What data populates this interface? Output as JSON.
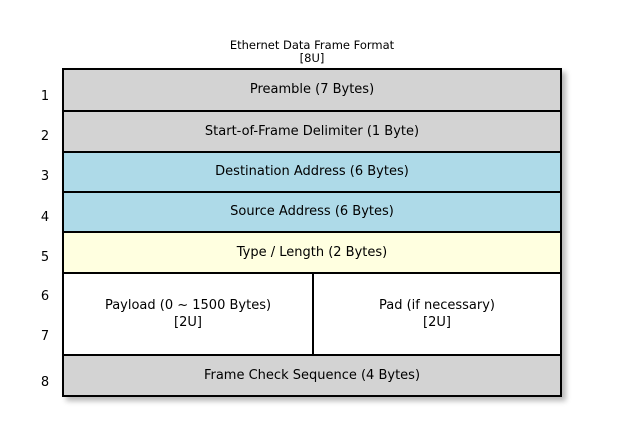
{
  "diagram": {
    "title": "Ethernet Data Frame Format",
    "subtitle": "[8U]",
    "colors": {
      "gray": "#d3d3d3",
      "blue": "#aedae8",
      "yellow": "#ffffe0",
      "white": "#ffffff",
      "border": "#000000",
      "background": "#ffffff"
    },
    "row_numbers": [
      "1",
      "2",
      "3",
      "4",
      "5",
      "6",
      "7",
      "8"
    ],
    "fields": [
      {
        "number": "1",
        "label": "Preamble (7 Bytes)",
        "color": "#d3d3d3"
      },
      {
        "number": "2",
        "label": "Start-of-Frame Delimiter (1 Byte)",
        "color": "#d3d3d3"
      },
      {
        "number": "3",
        "label": "Destination Address (6 Bytes)",
        "color": "#aedae8"
      },
      {
        "number": "4",
        "label": "Source Address (6 Bytes)",
        "color": "#aedae8"
      },
      {
        "number": "5",
        "label": "Type / Length (2 Bytes)",
        "color": "#ffffe0"
      },
      {
        "number": "8",
        "label": "Frame Check Sequence (4 Bytes)",
        "color": "#d3d3d3"
      }
    ],
    "payload_row": {
      "numbers": [
        "6",
        "7"
      ],
      "left": {
        "label": "Payload (0 ~ 1500 Bytes)",
        "annotation": "[2U]"
      },
      "right": {
        "label": "Pad (if necessary)",
        "annotation": "[2U]"
      },
      "color": "#ffffff"
    }
  }
}
